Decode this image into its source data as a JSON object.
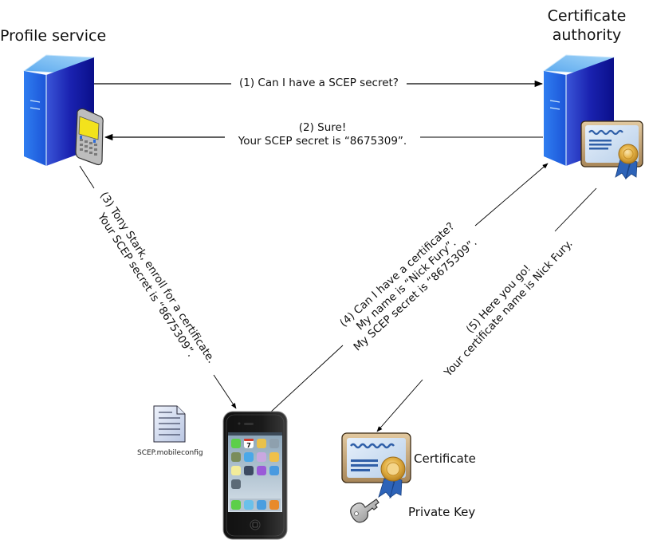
{
  "nodes": {
    "profile_service": {
      "title": "Profile service"
    },
    "certificate_authority": {
      "title_line1": "Certificate",
      "title_line2": "authority"
    }
  },
  "messages": [
    {
      "step": 1,
      "from": "Profile service",
      "to": "Certificate authority",
      "lines": [
        "(1) Can I have a SCEP secret?"
      ]
    },
    {
      "step": 2,
      "from": "Certificate authority",
      "to": "Profile service",
      "lines": [
        "(2) Sure!",
        "Your SCEP secret is “8675309”."
      ]
    },
    {
      "step": 3,
      "from": "Profile service",
      "to": "iPhone",
      "lines": [
        "(3) Tony Stark, enroll for a certificate.",
        "Your SCEP secret is “8675309”."
      ]
    },
    {
      "step": 4,
      "from": "iPhone",
      "to": "Certificate authority",
      "lines": [
        "(4) Can I have a certificate?",
        "My name is “Nick Fury”.",
        "My SCEP secret is “8675309”."
      ]
    },
    {
      "step": 5,
      "from": "Certificate authority",
      "to": "Certificate",
      "lines": [
        "(5) Here you go!",
        "Your certificate name is Nick Fury."
      ]
    }
  ],
  "artifacts": {
    "config_file": {
      "label": "SCEP.mobileconfig",
      "icon": "document-icon"
    },
    "certificate": {
      "label": "Certificate",
      "icon": "certificate-icon"
    },
    "private_key": {
      "label": "Private Key",
      "icon": "key-icon"
    }
  },
  "phone_screen": {
    "calendar_day": "7"
  },
  "colors": {
    "server_front": "#1e5fe0",
    "server_side": "#0f1aa0",
    "server_top": "#6ab8f0",
    "certificate_frame": "#c9a97a",
    "certificate_paper": "#cfe0f3",
    "ribbon": "#2d63b8",
    "seal": "#e8b84a",
    "arrow": "#000000"
  }
}
